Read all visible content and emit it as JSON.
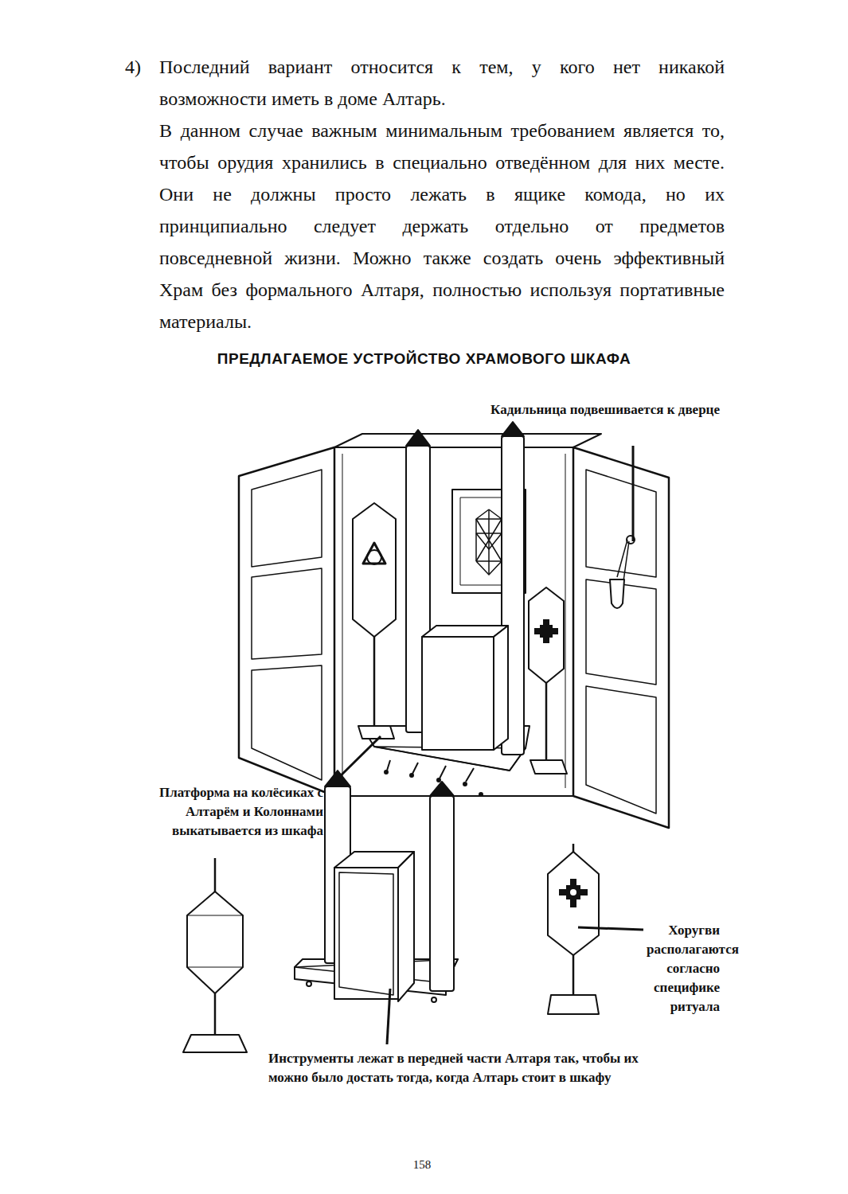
{
  "diagram": {
    "title": "ПРЕДЛАГАЕМОЕ УСТРОЙСТВО ХРАМОВОГО ШКАФА",
    "labels": [
      "4)",
      "Последний вариант относится к тем, у кого нет никакой возможности иметь в доме Алтарь.",
      "В данном случае важным минимальным требованием является то, чтобы орудия хранились в специально отведённом для них месте. Они не должны просто лежать в ящике комода, но их принципиально следует держать отдельно от предметов повседневной жизни. Можно также создать очень эффективный Храм без формального Алтаря, полностью используя портативные материалы.",
      "Кадильница подвешивается к дверце",
      "Платформа на колёсиках с Алтарём и Колоннами выкатывается из шкафа",
      "Хоругви располагаются согласно специфике ритуала",
      "Инструменты лежат в передней части Алтаря так, чтобы их можно было достать тогда, когда Алтарь стоит в шкафу",
      "158"
    ]
  }
}
